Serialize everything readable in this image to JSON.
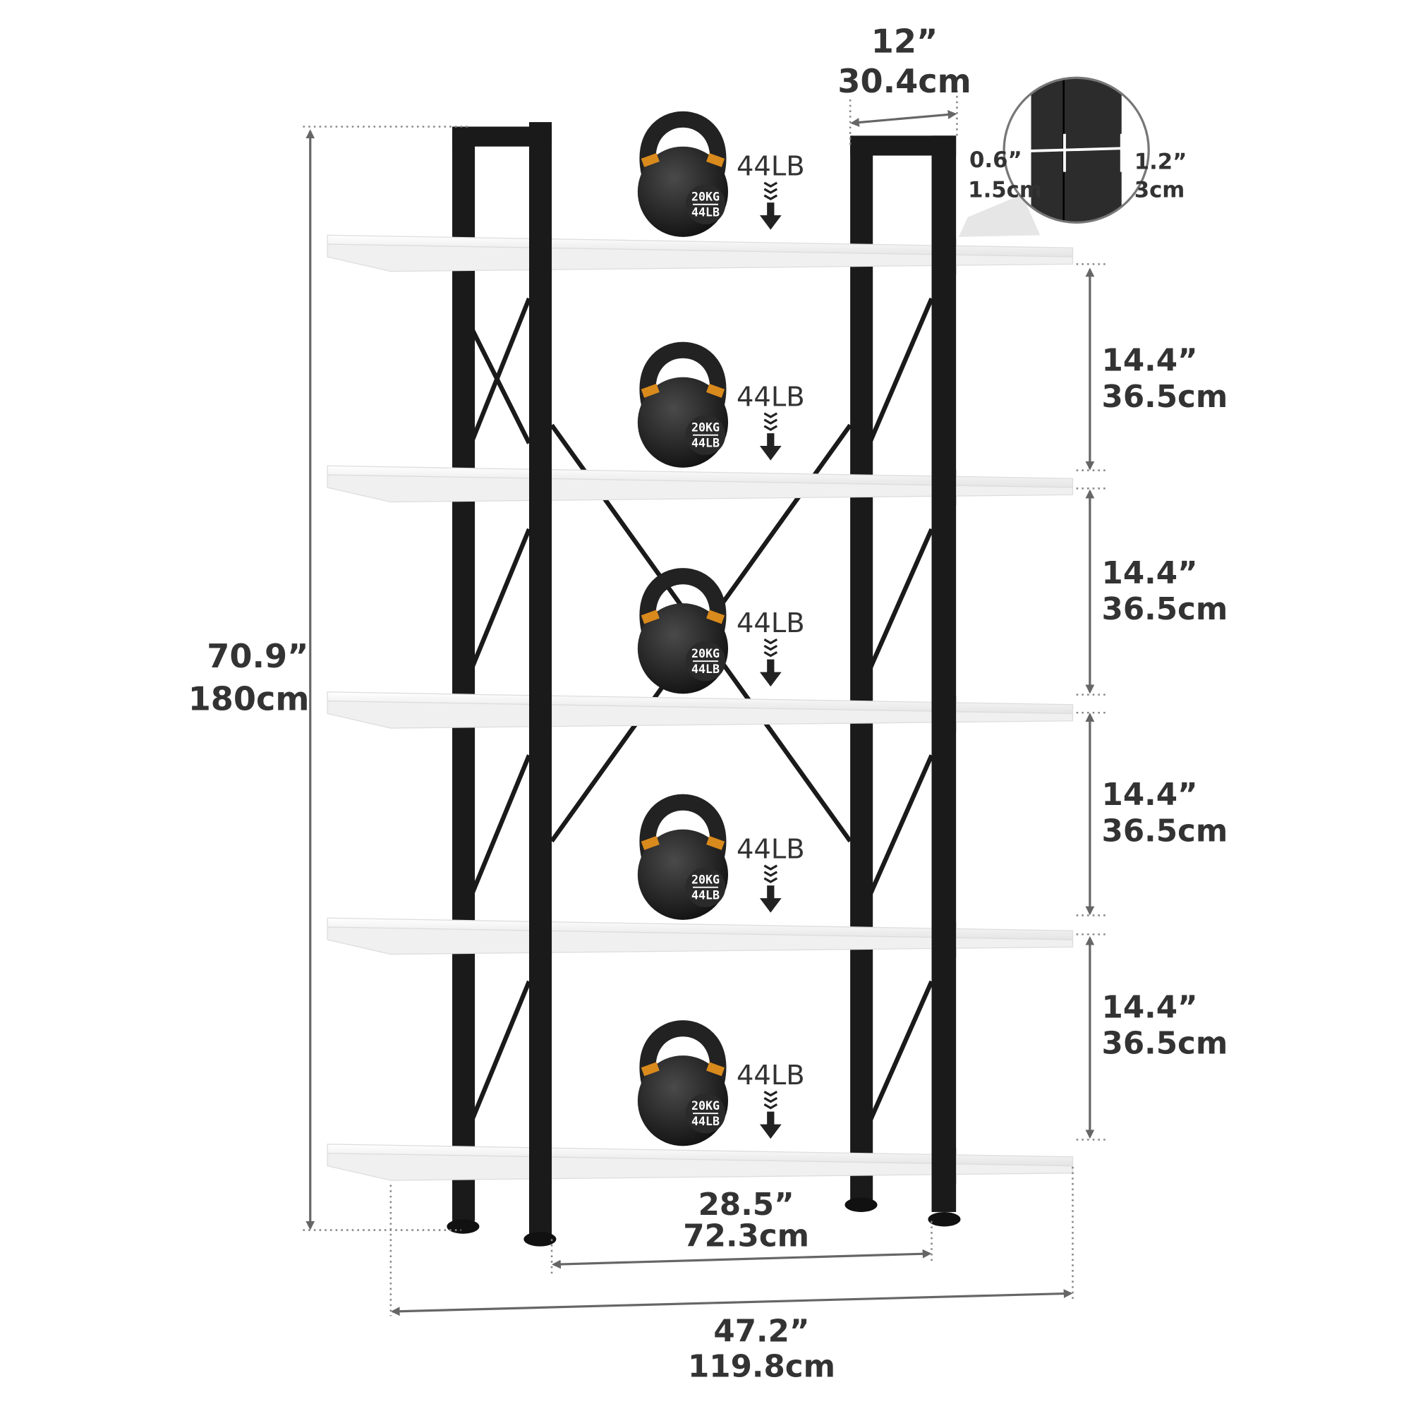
{
  "dimensions": {
    "depth": {
      "in": "12”",
      "cm": "30.4cm"
    },
    "height": {
      "in": "70.9”",
      "cm": "180cm"
    },
    "shelf_spacing": [
      {
        "in": "14.4”",
        "cm": "36.5cm"
      },
      {
        "in": "14.4”",
        "cm": "36.5cm"
      },
      {
        "in": "14.4”",
        "cm": "36.5cm"
      },
      {
        "in": "14.4”",
        "cm": "36.5cm"
      }
    ],
    "inner_width": {
      "in": "28.5”",
      "cm": "72.3cm"
    },
    "total_width": {
      "in": "47.2”",
      "cm": "119.8cm"
    },
    "tube_thin": {
      "in": "0.6”",
      "cm": "1.5cm"
    },
    "tube_wide": {
      "in": "1.2”",
      "cm": "3cm"
    }
  },
  "load": {
    "label": "44LB",
    "kettlebell_kg": "20KG",
    "kettlebell_lb": "44LB",
    "shelves": 5
  },
  "colors": {
    "frame": "#1a1a1a",
    "shelf": "#f4f4f4",
    "text": "#333333",
    "accent": "#d98a1c"
  }
}
